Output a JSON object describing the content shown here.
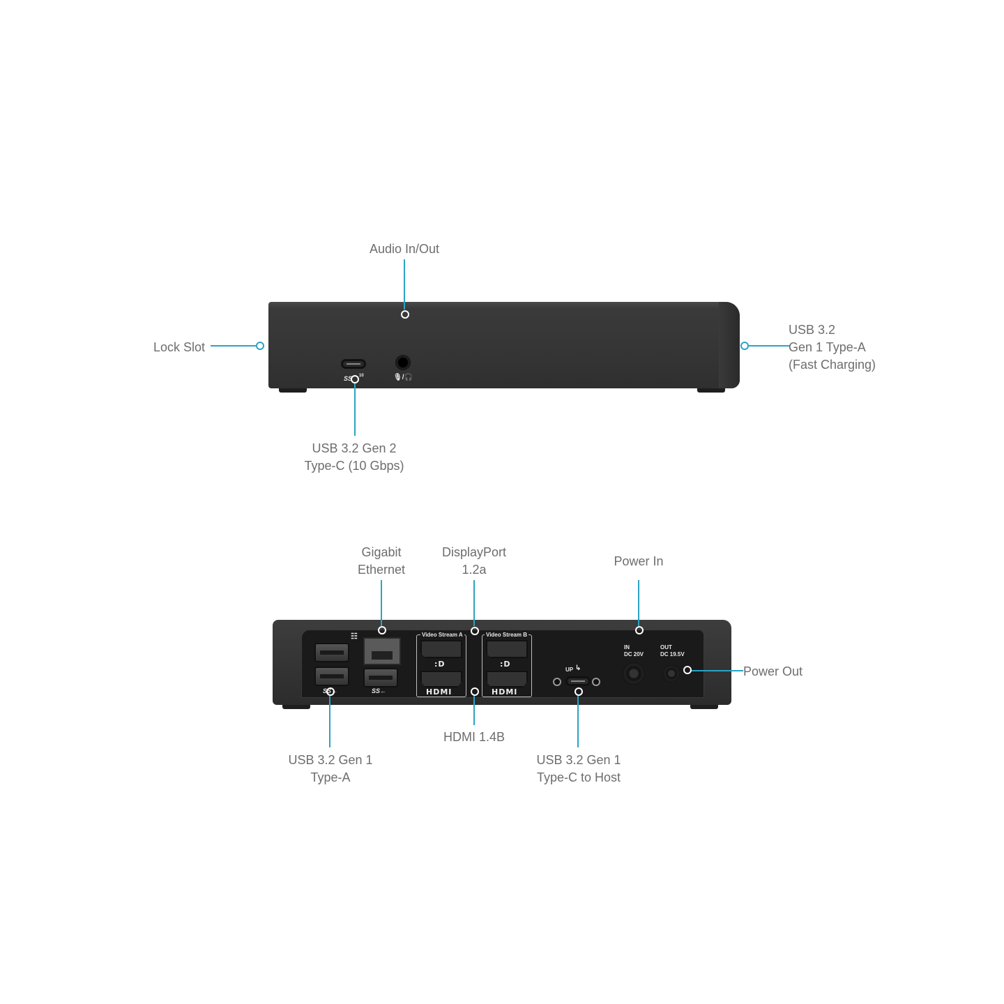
{
  "accent_color": "#2ba3c4",
  "label_color": "#6d6d6d",
  "front_view": {
    "labels": {
      "audio": "Audio In/Out",
      "lock_slot": "Lock Slot",
      "usb_a_fast_line1": "USB 3.2",
      "usb_a_fast_line2": "Gen 1 Type-A",
      "usb_a_fast_line3": "(Fast Charging)",
      "usb_c_line1": "USB 3.2 Gen 2",
      "usb_c_line2": "Type-C (10 Gbps)"
    },
    "port_marks": {
      "usb_c_logo": "SS",
      "usb_c_speed": "10",
      "audio_icon": "mic/headset"
    }
  },
  "rear_view": {
    "labels": {
      "ethernet_line1": "Gigabit",
      "ethernet_line2": "Ethernet",
      "displayport_line1": "DisplayPort",
      "displayport_line2": "1.2a",
      "power_in": "Power In",
      "power_out": "Power Out",
      "usb_a_line1": "USB 3.2 Gen 1",
      "usb_a_line2": "Type-A",
      "hdmi": "HDMI 1.4B",
      "usb_c_host_line1": "USB 3.2 Gen 1",
      "usb_c_host_line2": "Type-C to Host"
    },
    "port_marks": {
      "video_stream_a": "Video Stream A",
      "video_stream_b": "Video Stream B",
      "dp_logo": ":D",
      "hdmi_logo": "HDMI",
      "usb_logo": "SS←",
      "up_label": "UP",
      "in_label": "IN",
      "in_voltage": "DC 20V",
      "out_label": "OUT",
      "out_voltage": "DC 19.5V"
    }
  }
}
